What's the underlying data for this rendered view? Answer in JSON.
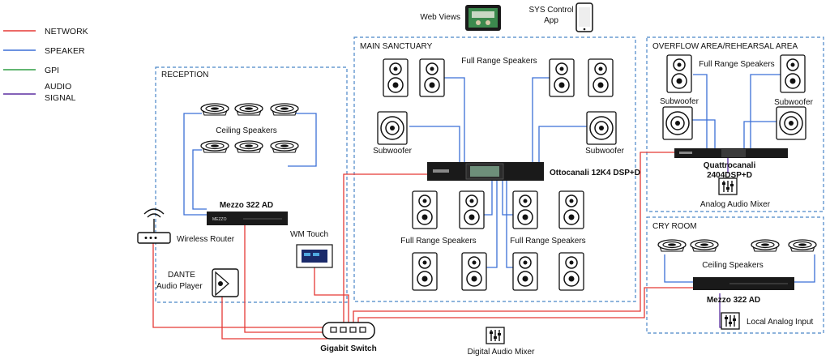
{
  "legend": [
    {
      "label": "NETWORK",
      "color": "#e53935"
    },
    {
      "label": "SPEAKER",
      "color": "#3b6fd6"
    },
    {
      "label": "GPI",
      "color": "#2e9e44"
    },
    {
      "label": "AUDIO",
      "color": "#5b2fa0"
    },
    {
      "label": "SIGNAL",
      "color": ""
    }
  ],
  "top": {
    "web_views": "Web Views",
    "sys_control_1": "SYS Control",
    "sys_control_2": "App"
  },
  "reception": {
    "title": "RECEPTION",
    "ceiling_speakers": "Ceiling Speakers",
    "amp": "Mezzo 322 AD",
    "router": "Wireless Router",
    "player_1": "DANTE",
    "player_2": "Audio Player",
    "wm_touch": "WM Touch"
  },
  "main": {
    "title": "MAIN SANCTUARY",
    "frs_top": "Full Range Speakers",
    "sub_left": "Subwoofer",
    "sub_right": "Subwoofer",
    "amp": "Ottocanali 12K4 DSP+D",
    "frs_bottom_left": "Full Range Speakers",
    "frs_bottom_right": "Full Range Speakers"
  },
  "overflow": {
    "title": "OVERFLOW AREA/REHEARSAL AREA",
    "frs": "Full Range Speakers",
    "sub_left": "Subwoofer",
    "sub_right": "Subwoofer",
    "amp_1": "Quattrocanali",
    "amp_2": "2404DSP+D",
    "mixer": "Analog Audio Mixer"
  },
  "cry": {
    "title": "CRY ROOM",
    "ceiling": "Ceiling Speakers",
    "amp": "Mezzo 322 AD",
    "input": "Local Analog Input"
  },
  "bottom": {
    "switch": "Gigabit Switch",
    "mixer": "Digital Audio Mixer"
  },
  "amp_badge": "MEZZO"
}
